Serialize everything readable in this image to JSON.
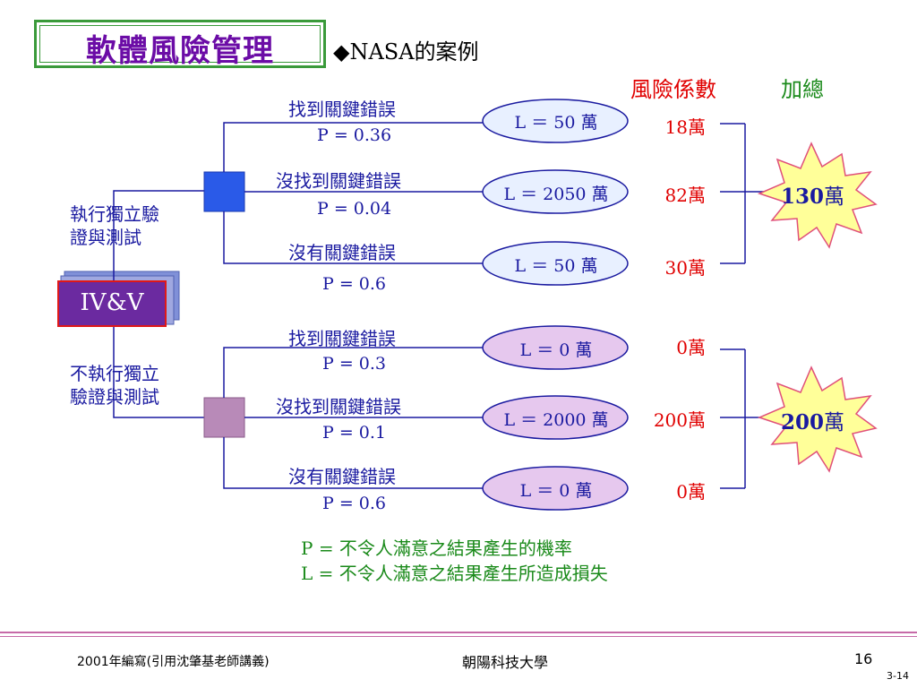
{
  "slide": {
    "title": "軟體風險管理",
    "subtitle": "◆NASA的案例",
    "header_risk": "風險係數",
    "header_total": "加總"
  },
  "root": {
    "label": "IV&V"
  },
  "groups": [
    {
      "side_label_line1": "執行獨立驗",
      "side_label_line2": "證與測試",
      "total": "130",
      "total_unit": "萬",
      "branches": [
        {
          "outcome": "找到關鍵錯誤",
          "probability": "P = 0.36",
          "loss": "L ＝ 50 萬",
          "risk": "18萬"
        },
        {
          "outcome": "沒找到關鍵錯誤",
          "probability": "P = 0.04",
          "loss": "L ＝ 2050 萬",
          "risk": "82萬"
        },
        {
          "outcome": "沒有關鍵錯誤",
          "probability": "P = 0.6",
          "loss": "L ＝ 50 萬",
          "risk": "30萬"
        }
      ]
    },
    {
      "side_label_line1": "不執行獨立",
      "side_label_line2": "驗證與測試",
      "total": "200",
      "total_unit": "萬",
      "branches": [
        {
          "outcome": "找到關鍵錯誤",
          "probability": "P = 0.3",
          "loss": "L ＝ 0 萬",
          "risk": "0萬"
        },
        {
          "outcome": "沒找到關鍵錯誤",
          "probability": "P = 0.1",
          "loss": "L ＝ 2000 萬",
          "risk": "200萬"
        },
        {
          "outcome": "沒有關鍵錯誤",
          "probability": "P = 0.6",
          "loss": "L ＝ 0 萬",
          "risk": "0萬"
        }
      ]
    }
  ],
  "legend": {
    "p_def": "P = 不令人滿意之結果產生的機率",
    "l_def": "L = 不令人滿意之結果產生所造成損失"
  },
  "footer": {
    "left": "2001年編寫(引用沈肇基老師講義)",
    "center": "朝陽科技大學",
    "page": "16",
    "sub_page": "3-14"
  },
  "colors": {
    "title_text": "#6b0ca6",
    "title_border": "#3a9a3a",
    "tree_lines": "#1a1aa0",
    "decision_node_top": "#2a5ae8",
    "decision_node_bottom": "#b88ab8",
    "ellipse_top_fill": "#e8f0ff",
    "ellipse_bottom_fill": "#e6c8ee",
    "risk_values": "#e00000",
    "total_star_fill": "#ffff99",
    "total_star_stroke": "#e0507a",
    "legend_text": "#1a8a1a",
    "footer_rule": "#c66aa8"
  }
}
